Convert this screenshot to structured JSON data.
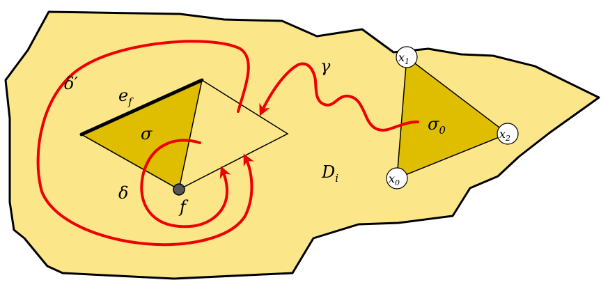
{
  "labels": {
    "delta_prime": "δ′",
    "e_f_base": "e",
    "e_f_sub": "f",
    "sigma": "σ",
    "delta": "δ",
    "f": "f",
    "gamma": "γ",
    "sigma0_base": "σ",
    "sigma0_sub": "0",
    "D_i_base": "D",
    "D_i_sub": "i"
  },
  "vertices": {
    "x0": {
      "base": "x",
      "sub": "0"
    },
    "x1": {
      "base": "x",
      "sub": "1"
    },
    "x2": {
      "base": "x",
      "sub": "2"
    }
  },
  "colors": {
    "region_fill": "#fce68a",
    "simplex_fill": "#dfbd00",
    "path_red": "#ee0000",
    "outline": "#000000",
    "vertex_fill": "#ffffff",
    "point_f": "#555555"
  }
}
